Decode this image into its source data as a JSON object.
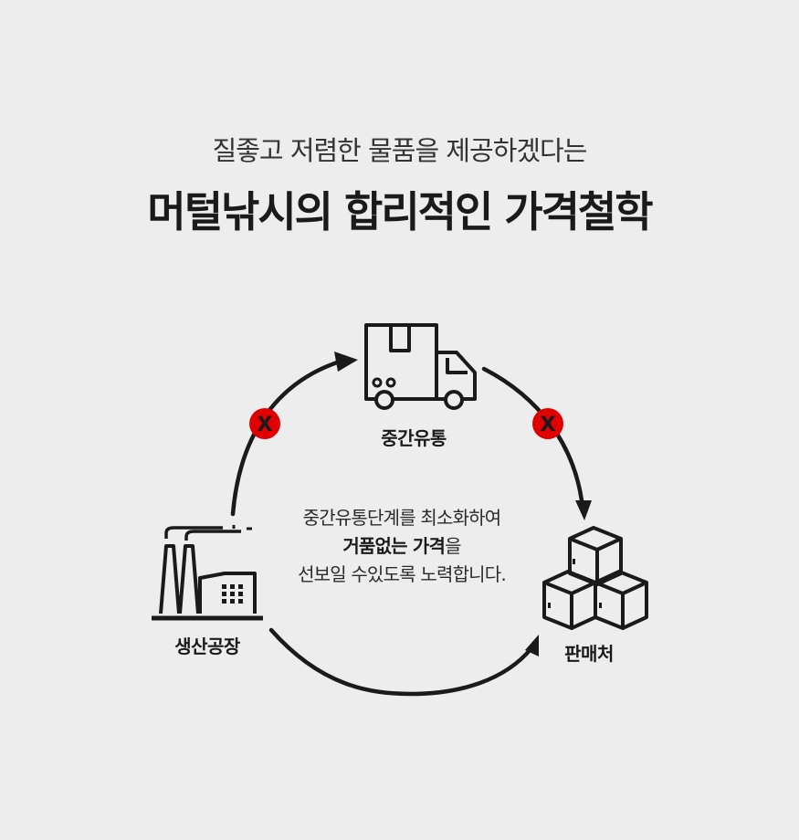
{
  "header": {
    "subtitle": "질좋고 저렴한 물품을 제공하겠다는",
    "title": "머털낚시의 합리적인 가격철학"
  },
  "nodes": {
    "distribution": {
      "label": "중간유통",
      "icon": "delivery-truck-icon"
    },
    "factory": {
      "label": "생산공장",
      "icon": "factory-icon"
    },
    "retailer": {
      "label": "판매처",
      "icon": "boxes-icon"
    }
  },
  "markers": {
    "x_text": "X",
    "color": "#e00000"
  },
  "center": {
    "line1": "중간유통단계를 최소화하여",
    "line2_bold": "거품없는 가격",
    "line2_rest": "을",
    "line3": "선보일 수있도록 노력합니다."
  }
}
